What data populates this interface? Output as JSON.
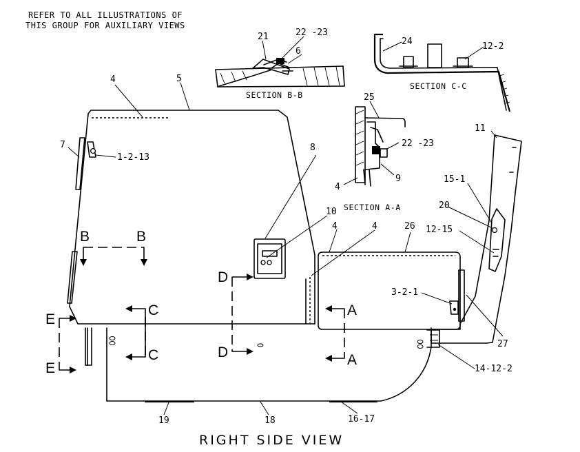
{
  "note": {
    "line1": "REFER TO ALL ILLUSTRATIONS OF",
    "line2": "THIS GROUP FOR AUXILIARY VIEWS"
  },
  "title": "RIGHT SIDE VIEW",
  "sections": {
    "bb": "SECTION B-B",
    "cc": "SECTION C-C",
    "aa": "SECTION A-A"
  },
  "callouts": {
    "c4_top": "4",
    "c5": "5",
    "c7": "7",
    "c1_2_13": "1-2-13",
    "c8": "8",
    "c10": "10",
    "c4_mid_a": "4",
    "c4_mid_b": "4",
    "c26": "26",
    "c21": "21",
    "c22_23_bb": "22 -23",
    "c6": "6",
    "c24": "24",
    "c12_2": "12-2",
    "c25": "25",
    "c22_23_aa": "22 -23",
    "c9": "9",
    "c4_aa": "4",
    "c11": "11",
    "c15_1": "15-1",
    "c20": "20",
    "c12_15": "12-15",
    "c3_2_1": "3-2-1",
    "c27": "27",
    "c14_12_2": "14-12-2",
    "c19": "19",
    "c18": "18",
    "c16_17": "16-17"
  },
  "view_letters": {
    "b_left": "B",
    "b_right": "B",
    "c_top": "C",
    "c_bottom": "C",
    "d_top": "D",
    "d_bottom": "D",
    "e_top": "E",
    "e_bottom": "E",
    "a_top": "A",
    "a_bottom": "A"
  }
}
